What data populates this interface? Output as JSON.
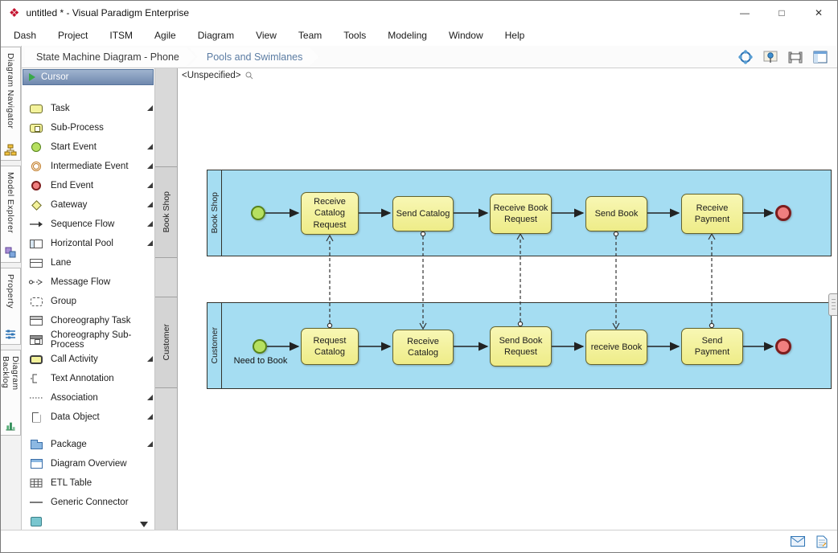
{
  "window": {
    "title": "untitled * - Visual Paradigm Enterprise",
    "controls": {
      "minimize": "—",
      "maximize": "□",
      "close": "✕"
    }
  },
  "menu": {
    "items": [
      "Dash",
      "Project",
      "ITSM",
      "Agile",
      "Diagram",
      "View",
      "Team",
      "Tools",
      "Modeling",
      "Window",
      "Help"
    ]
  },
  "breadcrumbs": {
    "tabs": [
      {
        "label": "State Machine Diagram - Phone"
      },
      {
        "label": "Pools and Swimlanes"
      }
    ]
  },
  "side_tabs": {
    "items": [
      "Diagram Navigator",
      "Model Explorer",
      "Property",
      "Diagram Backlog"
    ]
  },
  "palette": {
    "cursor_label": "Cursor",
    "items": [
      {
        "label": "Task"
      },
      {
        "label": "Sub-Process"
      },
      {
        "label": "Start Event"
      },
      {
        "label": "Intermediate Event"
      },
      {
        "label": "End Event"
      },
      {
        "label": "Gateway"
      },
      {
        "label": "Sequence Flow"
      },
      {
        "label": "Horizontal Pool"
      },
      {
        "label": "Lane"
      },
      {
        "label": "Message Flow"
      },
      {
        "label": "Group"
      },
      {
        "label": "Choreography Task"
      },
      {
        "label": "Choreography Sub-Process"
      },
      {
        "label": "Call Activity"
      },
      {
        "label": "Text Annotation"
      },
      {
        "label": "Association"
      },
      {
        "label": "Data Object"
      },
      {
        "label": "Package"
      },
      {
        "label": "Diagram Overview"
      },
      {
        "label": "ETL Table"
      },
      {
        "label": "Generic Connector"
      }
    ]
  },
  "canvas": {
    "diagram_name": "<Unspecified>"
  },
  "diagram": {
    "pools": [
      {
        "name": "Book Shop",
        "tasks": [
          "Receive Catalog Request",
          "Send Catalog",
          "Receive Book Request",
          "Send Book",
          "Receive Payment"
        ]
      },
      {
        "name": "Customer",
        "start_label": "Need to Book",
        "tasks": [
          "Request Catalog",
          "Receive Catalog",
          "Send Book Request",
          "receive Book",
          "Send Payment"
        ]
      }
    ]
  },
  "colors": {
    "pool_fill": "#a5ddf2",
    "task_fill": "#f3f29b",
    "task_border": "#63632c",
    "start_fill": "#b6e060",
    "start_border": "#57831c",
    "end_fill": "#f07f7f",
    "end_border": "#7d1d1d",
    "accent_blue": "#2e74b5",
    "logo_red": "#c4122f"
  }
}
